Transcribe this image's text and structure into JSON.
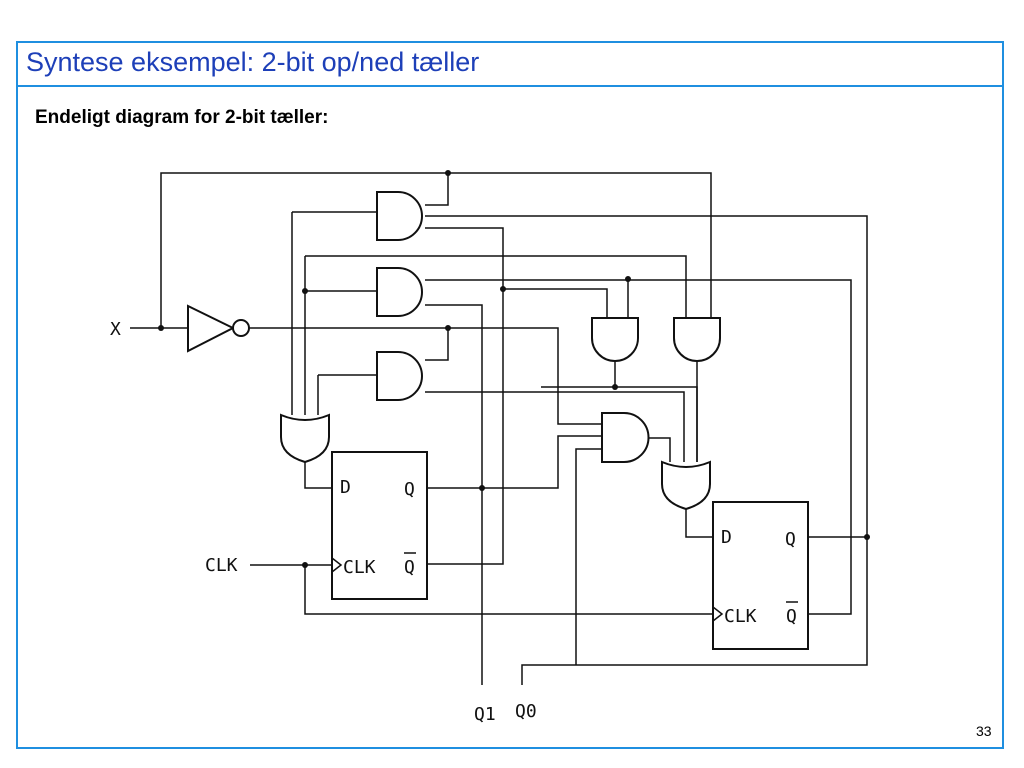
{
  "slide": {
    "title": "Syntese eksempel: 2-bit op/ned tæller",
    "subtitle": "Endeligt diagram for 2-bit tæller:",
    "page_number": "33"
  },
  "colors": {
    "accent": "#1f8fe0",
    "title": "#1d3fb8"
  },
  "diagram": {
    "inputs": {
      "x": "X",
      "clk": "CLK"
    },
    "outputs": {
      "q1": "Q1",
      "q0": "Q0"
    },
    "flipflop1": {
      "d": "D",
      "q": "Q",
      "clk": "CLK",
      "qbar": "Q"
    },
    "flipflop0": {
      "d": "D",
      "q": "Q",
      "clk": "CLK",
      "qbar": "Q"
    }
  }
}
